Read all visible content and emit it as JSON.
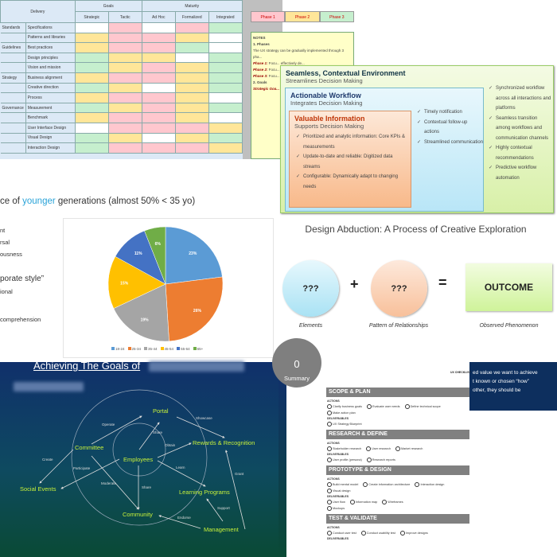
{
  "maturity_table": {
    "header_delivery": "Delivery",
    "groups": [
      "Goals",
      "Maturity"
    ],
    "columns": [
      "Strategic",
      "Tactic",
      "Ad Hoc",
      "Formalized",
      "Integrated"
    ],
    "rows": [
      {
        "category": "Standards",
        "item": "Specifications",
        "cells": [
          "w",
          "r",
          "w",
          "r",
          "g"
        ]
      },
      {
        "category": "",
        "item": "Patterns and libraries",
        "cells": [
          "y",
          "r",
          "r",
          "y",
          "w"
        ]
      },
      {
        "category": "Guidelines",
        "item": "Best practices",
        "cells": [
          "y",
          "r",
          "r",
          "g",
          "w"
        ]
      },
      {
        "category": "",
        "item": "Design principles",
        "cells": [
          "g",
          "y",
          "y",
          "w",
          "g"
        ]
      },
      {
        "category": "",
        "item": "Vision and mission",
        "cells": [
          "g",
          "y",
          "r",
          "y",
          "g"
        ]
      },
      {
        "category": "Strategy",
        "item": "Business alignment",
        "cells": [
          "y",
          "r",
          "r",
          "y",
          "g"
        ]
      },
      {
        "category": "",
        "item": "Creative direction",
        "cells": [
          "g",
          "y",
          "w",
          "y",
          "g"
        ]
      },
      {
        "category": "",
        "item": "Process",
        "cells": [
          "y",
          "r",
          "r",
          "y",
          "w"
        ]
      },
      {
        "category": "Governance",
        "item": "Measurement",
        "cells": [
          "g",
          "y",
          "r",
          "y",
          "g"
        ]
      },
      {
        "category": "",
        "item": "Benchmark",
        "cells": [
          "y",
          "r",
          "r",
          "y",
          "w"
        ]
      },
      {
        "category": "",
        "item": "User Interface Design",
        "cells": [
          "w",
          "r",
          "r",
          "r",
          "y"
        ]
      },
      {
        "category": "",
        "item": "Visual Design",
        "cells": [
          "g",
          "y",
          "w",
          "y",
          "g"
        ]
      },
      {
        "category": "",
        "item": "Interaction Design",
        "cells": [
          "g",
          "r",
          "r",
          "r",
          "y"
        ]
      }
    ],
    "phases": [
      "Phase 1",
      "Phase 2",
      "Phase 3"
    ],
    "phase_colors": [
      "#ffc7ce",
      "#ffe699",
      "#c6efce"
    ],
    "notes": {
      "title": "NOTES",
      "h1": "1. Phases",
      "p1": "The UX strategy can be gradually implemented through 3 pha...",
      "phase1": "Phase 1:",
      "phase1_text": "Focu... effectively de...",
      "phase2": "Phase 2:",
      "phase2_text": "Focu... practices and",
      "phase3": "Phase 3:",
      "phase3_text": "Focu... into the work",
      "h2": "2. Goals",
      "strategic": "Strategic Goa..."
    }
  },
  "layers": {
    "env": {
      "title": "Seamless, Contextual Environment",
      "subtitle": "Streamlines Decision Making",
      "items": [
        "Synchronized workflow across all interactions and platforms",
        "Seamless transition among workflows and communication channels",
        "Highly contextual recommendations",
        "Predictive workflow automation"
      ]
    },
    "workflow": {
      "title": "Actionable Workflow",
      "subtitle": "Integrates Decision Making",
      "items": [
        "Timely notification",
        "Contextual follow-up actions",
        "Streamlined communication"
      ]
    },
    "info": {
      "title": "Valuable Information",
      "subtitle": "Supports Decision Making",
      "items": [
        "Prioritized and analytic information: Core KPIs & measurements",
        "Update-to-date and reliable: Digitized data streams",
        "Configurable: Dynamically adapt to changing needs"
      ]
    }
  },
  "pie_slide": {
    "title_pre": "ce of ",
    "title_hl": "younger",
    "title_post": " generations (almost 50% < 35 yo)",
    "left_lines": [
      "nt",
      "rsal",
      "ousness",
      "porate style”",
      "ional",
      "comprehension"
    ]
  },
  "chart_data": {
    "type": "pie",
    "categories": [
      "18-24",
      "25-34",
      "35-44",
      "45-54",
      "55-64",
      "65+"
    ],
    "values": [
      23,
      26,
      19,
      15,
      11,
      6
    ],
    "labels": [
      "23%",
      "26%",
      "19%",
      "15%",
      "11%",
      "6%"
    ],
    "colors": [
      "#5b9bd5",
      "#ed7d31",
      "#a5a5a5",
      "#ffc000",
      "#4472c4",
      "#70ad47"
    ],
    "legend_position": "bottom"
  },
  "abduction": {
    "title": "Design Abduction: A Process of Creative Exploration",
    "c1": "???",
    "c2": "???",
    "plus": "+",
    "eq": "=",
    "outcome": "OUTCOME",
    "cap1": "Elements",
    "cap2": "Pattern of Relationships",
    "cap3": "Observed Phenomenon"
  },
  "goals_slide": {
    "title": "Achieving The Goals of",
    "nodes": {
      "portal": "Portal",
      "committee": "Committee",
      "employees": "Employees",
      "rewards": "Rewards & Recognition",
      "social": "Social Events",
      "learning": "Learning Programs",
      "community": "Community",
      "management": "Management"
    },
    "edges": {
      "operate": "Operate",
      "showcase": "Showcase",
      "share1": "Share",
      "obtain": "Obtain",
      "create": "Create",
      "participate": "Participate",
      "learn": "Learn",
      "grant": "Grant",
      "moderate": "Moderate",
      "share2": "Share",
      "support": "Support",
      "endorse": "Endorse"
    }
  },
  "checklist": {
    "summary_num": "0",
    "summary_label": "Summary",
    "header": "UX CHECKLIST",
    "blue_lines": [
      "ed value we want to achieve",
      "t known or chosen “how”",
      "other, they should be"
    ],
    "actions_label": "ACTIONS",
    "deliverables_label": "DELIVERABLES",
    "sections": [
      {
        "title": "SCOPE & PLAN",
        "actions": [
          "Clarify business goals",
          "Evaluate user needs",
          "Define technical scope",
          "Make action plan"
        ],
        "deliverables": [
          "UX Strategy Blueprint"
        ]
      },
      {
        "title": "RESEARCH & DEFINE",
        "actions": [
          "Stakeholder research",
          "User research",
          "Market research"
        ],
        "deliverables": [
          "User profile (persona)",
          "Research reports"
        ]
      },
      {
        "title": "PROTOTYPE & DESIGN",
        "actions": [
          "Build mental model",
          "Create information architecture",
          "Interaction design",
          "Visual design"
        ],
        "deliverables": [
          "User flow",
          "Information map",
          "Wireframes",
          "Mockups"
        ]
      },
      {
        "title": "TEST & VALIDATE",
        "actions": [
          "Conduct user test",
          "Conduct usability test",
          "Improve designs"
        ],
        "deliverables": []
      }
    ]
  }
}
